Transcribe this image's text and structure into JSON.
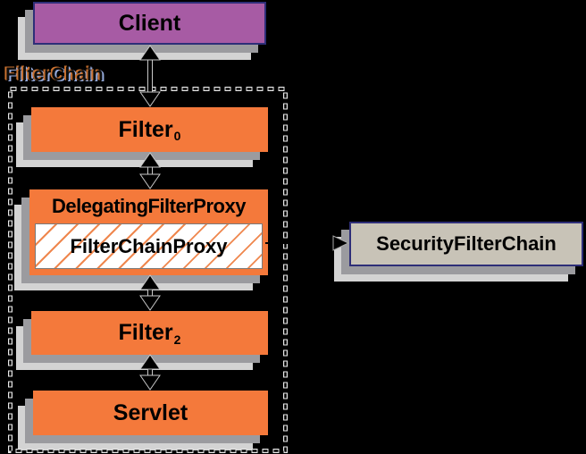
{
  "page": {
    "background": "#000000",
    "description": "Spring Security FilterChain architecture diagram"
  },
  "colors": {
    "box_orange": "#F4793B",
    "client_purple": "#A75BA4",
    "security_gray": "#C8C3B7",
    "border_navy": "#2E2E78",
    "shadow_medium": "#9B9B9F",
    "shadow_light": "#D3D3D3",
    "hatch_orange": "#EF874E",
    "dash_outline_white": "#E8E8E8",
    "arrow_black": "#000000",
    "arrow_outline": "#C8C8C8",
    "filterchain_label_fringe_orange": "#C9712F",
    "filterchain_label_fringe_blue": "#96ABDC"
  },
  "diagram": {
    "client": {
      "label": "Client"
    },
    "filter_chain_group": {
      "label": "FilterChain"
    },
    "filter0": {
      "label": "Filter",
      "subscript": "0"
    },
    "delegating_filter_proxy": {
      "label": "DelegatingFilterProxy"
    },
    "filter_chain_proxy": {
      "label": "FilterChainProxy"
    },
    "filter2": {
      "label": "Filter",
      "subscript": "2"
    },
    "servlet": {
      "label": "Servlet"
    },
    "security_filter_chain": {
      "label": "SecurityFilterChain"
    }
  }
}
